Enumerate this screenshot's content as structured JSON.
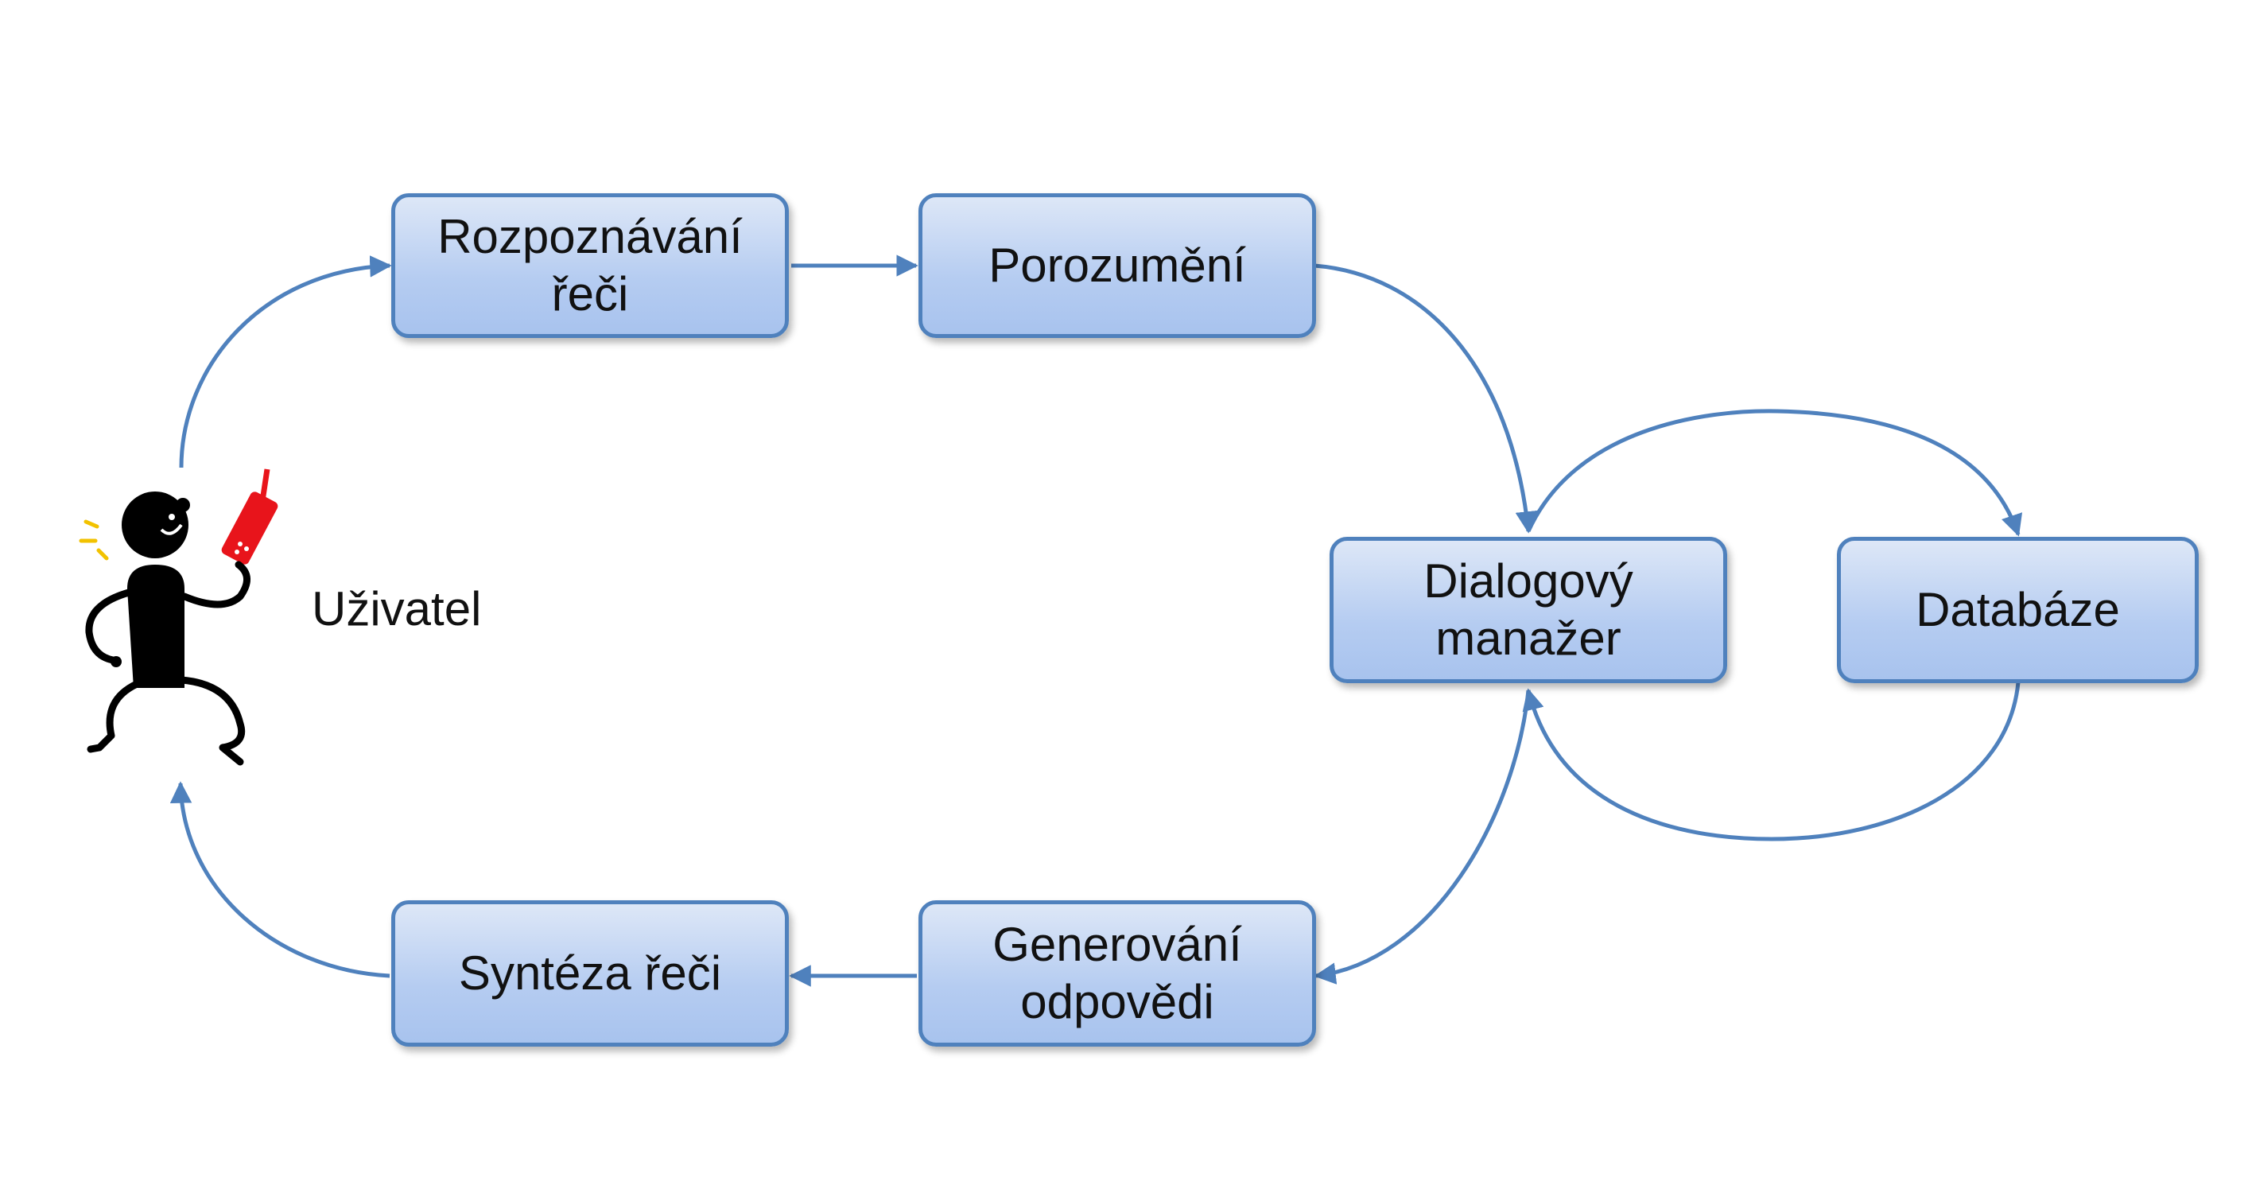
{
  "diagram": {
    "user_label": "Uživatel",
    "nodes": {
      "asr": "Rozpoznávání\nřeči",
      "nlu": "Porozumění",
      "dm": "Dialogový\nmanažer",
      "db": "Databáze",
      "nlg": "Generování\nodpovědi",
      "tts": "Syntéza řeči"
    },
    "edges": [
      {
        "from": "Uživatel",
        "to": "Rozpoznávání řeči"
      },
      {
        "from": "Rozpoznávání řeči",
        "to": "Porozumění"
      },
      {
        "from": "Porozumění",
        "to": "Dialogový manažer"
      },
      {
        "from": "Dialogový manažer",
        "to": "Databáze"
      },
      {
        "from": "Databáze",
        "to": "Dialogový manažer"
      },
      {
        "from": "Dialogový manažer",
        "to": "Generování odpovědi"
      },
      {
        "from": "Generování odpovědi",
        "to": "Syntéza řeči"
      },
      {
        "from": "Syntéza řeči",
        "to": "Uživatel"
      }
    ],
    "colors": {
      "box_border": "#4f81bd",
      "box_fill_top": "#dde7f7",
      "box_fill_bottom": "#a8c3ee",
      "arrow": "#4f81bd",
      "phone": "#e8141b",
      "sound_marks": "#f2c200"
    }
  }
}
